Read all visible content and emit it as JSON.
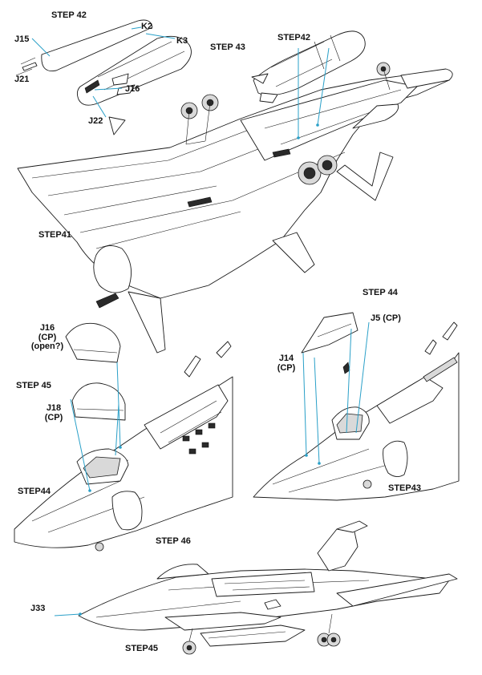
{
  "colors": {
    "leader_line": "#2aa0c8",
    "line_art": "#1a1a1a",
    "background": "#ffffff"
  },
  "labels": {
    "step42_top": "STEP 42",
    "k2": "K2",
    "k3": "K3",
    "j15": "J15",
    "j21": "J21",
    "j16_top": "J16",
    "j22": "J22",
    "step43_top": "STEP 43",
    "step42_tank": "STEP42",
    "step41": "STEP41",
    "step44_title": "STEP 44",
    "j5": "J5 (CP)",
    "j14_line1": "J14",
    "j14_line2": "(CP)",
    "j16_open_line1": "J16",
    "j16_open_line2": "(CP)",
    "j16_open_line3": "(open?)",
    "step45_title": "STEP 45",
    "j18_line1": "J18",
    "j18_line2": "(CP)",
    "step44_ref": "STEP44",
    "step43_ref": "STEP43",
    "step46_title": "STEP 46",
    "j33": "J33",
    "step45_ref": "STEP45"
  }
}
